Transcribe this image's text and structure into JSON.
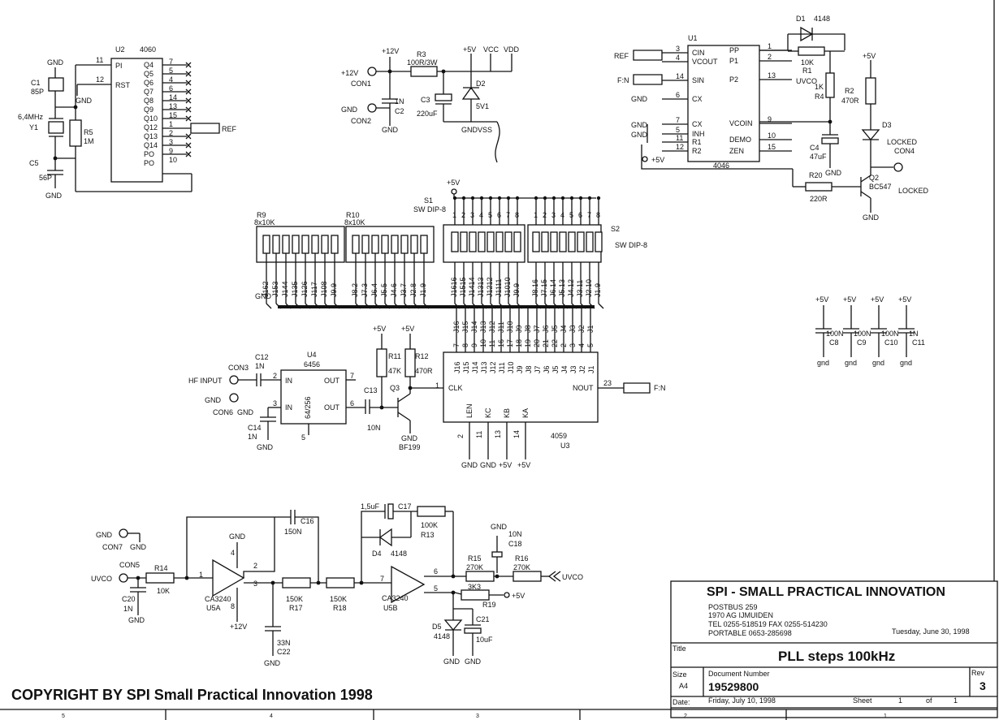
{
  "copyright": "COPYRIGHT BY SPI Small Practical Innovation 1998",
  "title_block": {
    "company": "SPI - SMALL PRACTICAL INNOVATION",
    "address_lines": [
      "POSTBUS 259",
      "1970 AG IJMUIDEN",
      "TEL 0255-518519  FAX 0255-514230",
      "PORTABLE 0653-285698"
    ],
    "date_top": "Tuesday, June 30, 1998",
    "title_label": "Title",
    "title": "PLL steps 100kHz",
    "size_label": "Size",
    "size": "A4",
    "docnum_label": "Document Number",
    "docnum": "19529800",
    "rev_label": "Rev",
    "rev": "3",
    "date_label": "Date:",
    "date": "Friday, July 10, 1998",
    "sheet_label": "Sheet",
    "sheet": "1",
    "of_label": "of",
    "of": "1"
  },
  "border_numbers": [
    "5",
    "4",
    "3",
    "2",
    "1"
  ],
  "u2": {
    "ref": "U2",
    "part": "4060",
    "left_pins": [
      {
        "num": "11",
        "name": "PI"
      },
      {
        "num": "12",
        "name": "RST"
      }
    ],
    "right_pins": [
      {
        "name": "Q4",
        "num": "7"
      },
      {
        "name": "Q5",
        "num": "5"
      },
      {
        "name": "Q6",
        "num": "4"
      },
      {
        "name": "Q7",
        "num": "6"
      },
      {
        "name": "Q8",
        "num": "14"
      },
      {
        "name": "Q9",
        "num": "13"
      },
      {
        "name": "Q10",
        "num": "15"
      },
      {
        "name": "Q12",
        "num": "1"
      },
      {
        "name": "Q13",
        "num": "2"
      },
      {
        "name": "Q14",
        "num": "3"
      },
      {
        "name": "PO",
        "num": "9"
      },
      {
        "name": "PO",
        "num": "10"
      }
    ],
    "ref_net": "REF"
  },
  "xtal_parts": {
    "c1": "C1",
    "c1_val": "85P",
    "y1": "Y1",
    "y1_val": "6,4MHz",
    "r5": "R5",
    "r5_val": "1M",
    "c5": "C5",
    "c5_val": "56P",
    "gnd": "GND"
  },
  "supply": {
    "plus12": "+12V",
    "con1": "CON1",
    "con2": "CON2",
    "gnd": "GND",
    "r3": "R3",
    "r3_val": "100R/3W",
    "c2": "C2",
    "c2_val": "1N",
    "c3": "C3",
    "c3_val": "220uF",
    "d2": "D2",
    "d2_val": "5V1",
    "plus5": "+5V",
    "vcc": "VCC",
    "vdd": "VDD",
    "gndvss": "GNDVSS"
  },
  "u1": {
    "ref": "U1",
    "part": "4046",
    "left_pins": [
      {
        "num": "3",
        "name": "CIN"
      },
      {
        "num": "4",
        "name": "VCOUT"
      },
      {
        "num": "14",
        "name": "SIN"
      },
      {
        "num": "6",
        "name": "CX"
      },
      {
        "num": "7",
        "name": "CX"
      },
      {
        "num": "5",
        "name": "INH"
      },
      {
        "num": "11",
        "name": "R1"
      },
      {
        "num": "12",
        "name": "R2"
      }
    ],
    "right_pins": [
      {
        "num": "1",
        "name": "PP"
      },
      {
        "num": "2",
        "name": "P1"
      },
      {
        "num": "13",
        "name": "P2"
      },
      {
        "num": "9",
        "name": "VCOIN"
      },
      {
        "num": "10",
        "name": "DEMO"
      },
      {
        "num": "15",
        "name": "ZEN"
      }
    ],
    "ref_in": "REF",
    "fn_in": "F:N",
    "uvco": "UVCO",
    "plus5": "+5V",
    "gnd": "GND"
  },
  "pll_right": {
    "d1": "D1",
    "d1_val": "4148",
    "r1": "R1",
    "r1_val": "10K",
    "r4": "R4",
    "r4_val": "1K",
    "r2": "R2",
    "r2_val": "470R",
    "c4": "C4",
    "c4_val": "47uF",
    "gnd": "GND",
    "d3": "D3",
    "locked": "LOCKED",
    "con4": "CON4",
    "r20": "R20",
    "r20_val": "220R",
    "q2": "Q2",
    "q2_val": "BC547",
    "locked2": "LOCKED",
    "plus5": "+5V"
  },
  "resnets": {
    "r9": "R9",
    "r9_val": "8x10K",
    "r10": "R10",
    "r10_val": "8x10K",
    "gnd": "GND"
  },
  "switches": {
    "s1": "S1",
    "s1_val": "SW DIP-8",
    "s2": "S2",
    "s2_val": "SW DIP-8",
    "plus5": "+5V",
    "nums": [
      "1",
      "2",
      "3",
      "4",
      "5",
      "6",
      "7",
      "8"
    ]
  },
  "bus_labels_top": [
    "J162",
    "J153",
    "J144",
    "J135",
    "J126",
    "J117",
    "J108",
    "J9.9",
    "J8.2",
    "J7.3",
    "J6.4",
    "J5.5",
    "J4.6",
    "J3.7",
    "J2.8",
    "J1.9",
    "J1616",
    "J1515",
    "J1414",
    "J1313",
    "J1212",
    "J1111",
    "J1010",
    "J9.9",
    "J8.16",
    "J7.15",
    "J6.14",
    "J5.13",
    "J4.12",
    "J3.11",
    "J2.10",
    "J1.9"
  ],
  "bus_labels_bottom": [
    "J16",
    "J15",
    "J14",
    "J13",
    "J12",
    "J11",
    "J10",
    "J9",
    "J8",
    "J7",
    "J6",
    "J5",
    "J4",
    "J3",
    "J2",
    "J1"
  ],
  "bus_pins_bottom": [
    "7",
    "8",
    "9",
    "10",
    "11",
    "16",
    "17",
    "18",
    "19",
    "20",
    "21",
    "22",
    "2",
    "3",
    "4",
    "5"
  ],
  "u3": {
    "ref": "U3",
    "part": "4059",
    "top_pins": [
      "J16",
      "J15",
      "J14",
      "J13",
      "J12",
      "J11",
      "J10",
      "J9",
      "J8",
      "J7",
      "J6",
      "J5",
      "J4",
      "J3",
      "J2",
      "J1"
    ],
    "clk": "CLK",
    "clk_num": "1",
    "nout": "NOUT",
    "nout_num": "23",
    "fn": "F:N",
    "bottom_pins": [
      {
        "name": "LEN",
        "num": "2"
      },
      {
        "name": "KC",
        "num": "11"
      },
      {
        "name": "KB",
        "num": "13"
      },
      {
        "name": "KA",
        "num": "14"
      }
    ],
    "bottom_nets": [
      "GND",
      "GND",
      "+5V",
      "+5V"
    ]
  },
  "u4": {
    "ref": "U4",
    "part": "6456",
    "mid": "64/256",
    "pins": [
      {
        "name": "IN",
        "num": "2"
      },
      {
        "name": "OUT",
        "num": "7"
      },
      {
        "name": "IN",
        "num": "3"
      },
      {
        "name": "OUT",
        "num": "6"
      }
    ],
    "pin5": "5"
  },
  "hf_input": {
    "hf": "HF INPUT",
    "con3": "CON3",
    "gnd": "GND",
    "con6": "CON6",
    "gnd2": "GND",
    "c12": "C12",
    "c12_val": "1N",
    "c14": "C14",
    "c14_val": "1N",
    "gnd3": "GND",
    "c13": "C13",
    "c13_val": "10N",
    "r11": "R11",
    "r11_val": "47K",
    "r12": "R12",
    "r12_val": "470R",
    "q3": "Q3",
    "q3_val": "BF199",
    "plus5a": "+5V",
    "plus5b": "+5V",
    "gnd4": "GND"
  },
  "decoupling": [
    {
      "supply": "+5V",
      "val": "100N",
      "ref": "C8",
      "gnd": "gnd"
    },
    {
      "supply": "+5V",
      "val": "100N",
      "ref": "C9",
      "gnd": "gnd"
    },
    {
      "supply": "+5V",
      "val": "100N",
      "ref": "C10",
      "gnd": "gnd"
    },
    {
      "supply": "+5V",
      "val": "1N",
      "ref": "C11",
      "gnd": "gnd"
    }
  ],
  "filter": {
    "gnd_con7": "GND",
    "con7": "CON7",
    "gnd7": "GND",
    "con5": "CON5",
    "uvco": "UVCO",
    "r14": "R14",
    "r14_val": "10K",
    "c20": "C20",
    "c20_val": "1N",
    "gnd20": "GND",
    "u5a": "U5A",
    "u5a_part": "CA3240",
    "gnd_u5": "GND",
    "plus12": "+12V",
    "pin4": "4",
    "pin8": "8",
    "c16": "C16",
    "c16_val": "150N",
    "r17": "R17",
    "r17_val": "150K",
    "r18": "R18",
    "r18_val": "150K",
    "c22": "C22",
    "c22_val": "33N",
    "gnd22": "GND",
    "c17": "C17",
    "c17_val": "1,5uF",
    "r13": "R13",
    "r13_val": "100K",
    "d4": "D4",
    "d4_val": "4148",
    "u5b": "U5B",
    "u5b_part": "CA3240",
    "r15": "R15",
    "r15_val": "270K",
    "r16": "R16",
    "r16_val": "270K",
    "c18": "C18",
    "c18_val": "10N",
    "gnd18": "GND",
    "uvco_out": "UVCO",
    "r19": "R19",
    "r19_val": "3K3",
    "plus5": "+5V",
    "d5": "D5",
    "d5_val": "4148",
    "c21": "C21",
    "c21_val": "10uF",
    "gnd_d5": "GND",
    "gnd_c21": "GND",
    "u5a_pins": [
      "1",
      "2",
      "3"
    ],
    "u5b_pins": [
      "7",
      "6",
      "5"
    ]
  }
}
